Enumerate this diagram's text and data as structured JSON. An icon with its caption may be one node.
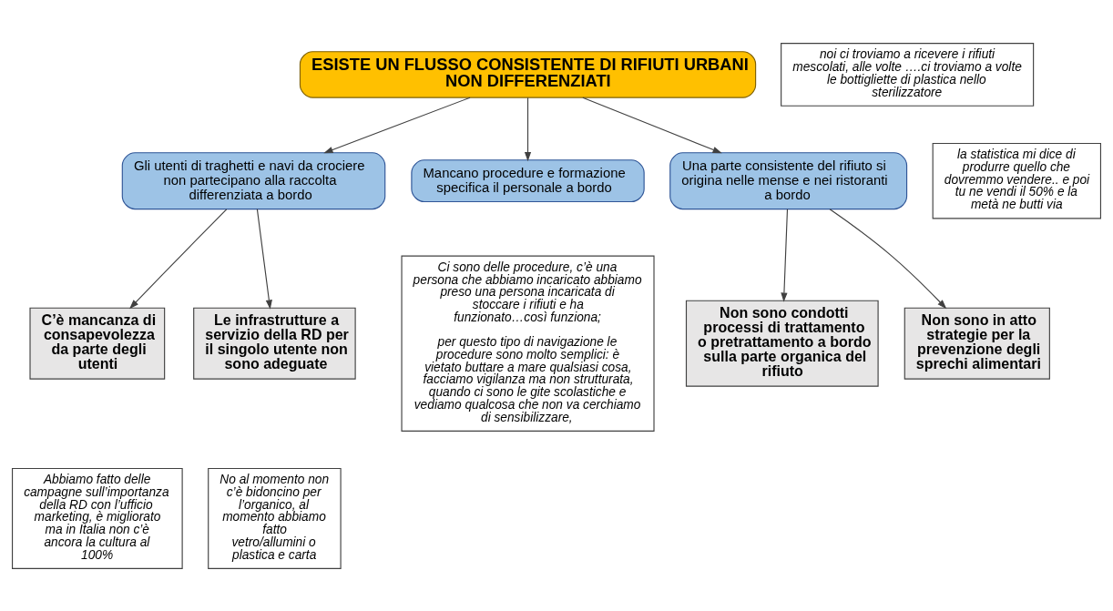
{
  "diagram": {
    "nodes": [
      {
        "text": [
          "ESISTE UN FLUSSO CONSISTENTE DI RIFIUTI URBANI NON DIFFERENZIATI"
        ]
      },
      {
        "text": [
          "noi ci troviamo a ricevere i rifiuti mescolati, alle volte ….ci troviamo a volte le bottigliette di plastica nello sterilizzatore"
        ]
      },
      {
        "text": [
          "Gli utenti di traghetti e navi da crociere non partecipano alla raccolta differenziata a bordo"
        ]
      },
      {
        "text": [
          "Mancano procedure e formazione specifica il personale a bordo"
        ]
      },
      {
        "text": [
          "Una parte consistente del rifiuto si origina nelle mense e nei ristoranti a bordo"
        ]
      },
      {
        "text": [
          "la statistica mi dice di produrre quello che dovremmo vendere.. e poi tu ne vendi il 50% e la metà ne butti via"
        ]
      },
      {
        "text": [
          "C’è mancanza di consapevolezza da parte degli utenti"
        ]
      },
      {
        "text": [
          "Le infrastrutture a servizio della RD per il singolo utente non sono adeguate"
        ]
      },
      {
        "text": [
          "Abbiamo fatto delle campagne sull’importanza della RD con l’ufficio marketing, è migliorato ma in Italia non c’è ancora la cultura al 100%"
        ]
      },
      {
        "text": [
          "No al momento non c’è bidoncino per l’organico, al momento abbiamo fatto vetro/allumini o plastica e carta"
        ]
      },
      {
        "text": [
          "Ci sono delle procedure, c’è una persona che abbiamo incaricato abbiamo preso una persona incaricata di stoccare i rifiuti e ha funzionato…così funziona;",
          "per questo tipo di navigazione le procedure sono molto semplici: è vietato buttare a mare qualsiasi cosa, facciamo vigilanza ma non strutturata, quando ci sono le gite scolastiche e vediamo qualcosa che non va cerchiamo di sensibilizzare,"
        ]
      },
      {
        "text": [
          "Non sono condotti processi di trattamento o pretrattamento a bordo sulla parte organica del rifiuto"
        ]
      },
      {
        "text": [
          "Non sono in atto strategie per la prevenzione degli sprechi alimentari"
        ]
      }
    ],
    "edges": [
      {
        "from": 0,
        "to": 2,
        "arrow": "to"
      },
      {
        "from": 0,
        "to": 3,
        "arrow": "to"
      },
      {
        "from": 0,
        "to": 4,
        "arrow": "to"
      },
      {
        "from": 2,
        "to": 6,
        "arrow": "to"
      },
      {
        "from": 2,
        "to": 7,
        "arrow": "to"
      },
      {
        "from": 4,
        "to": 11,
        "arrow": "to"
      },
      {
        "from": 4,
        "to": 12,
        "arrow": "to"
      }
    ]
  }
}
